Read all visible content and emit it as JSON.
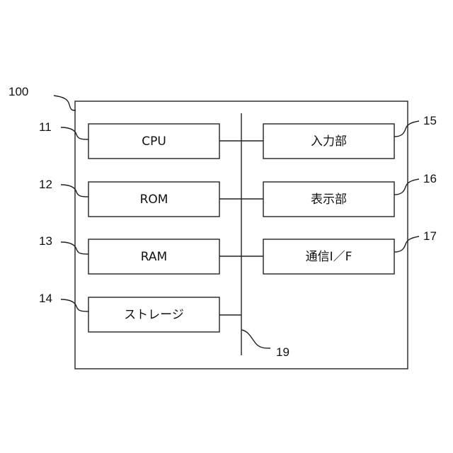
{
  "diagram": {
    "device_ref": "100",
    "bus_ref": "19",
    "left_blocks": [
      {
        "ref": "11",
        "label": "CPU"
      },
      {
        "ref": "12",
        "label": "ROM"
      },
      {
        "ref": "13",
        "label": "RAM"
      },
      {
        "ref": "14",
        "label": "ストレージ"
      }
    ],
    "right_blocks": [
      {
        "ref": "15",
        "label": "入力部"
      },
      {
        "ref": "16",
        "label": "表示部"
      },
      {
        "ref": "17",
        "label": "通信I／F"
      }
    ]
  }
}
